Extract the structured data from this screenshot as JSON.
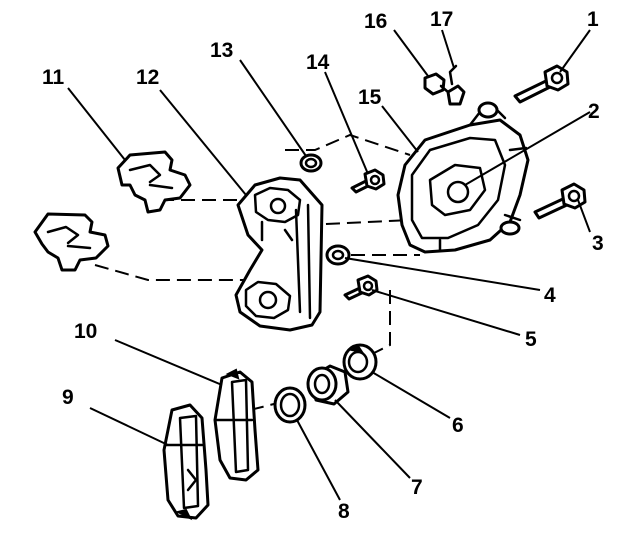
{
  "callouts": [
    {
      "id": "1",
      "text": "1"
    },
    {
      "id": "2",
      "text": "2"
    },
    {
      "id": "3",
      "text": "3"
    },
    {
      "id": "4",
      "text": "4"
    },
    {
      "id": "5",
      "text": "5"
    },
    {
      "id": "6",
      "text": "6"
    },
    {
      "id": "7",
      "text": "7"
    },
    {
      "id": "8",
      "text": "8"
    },
    {
      "id": "9",
      "text": "9"
    },
    {
      "id": "10",
      "text": "10"
    },
    {
      "id": "11",
      "text": "11"
    },
    {
      "id": "12",
      "text": "12"
    },
    {
      "id": "13",
      "text": "13"
    },
    {
      "id": "14",
      "text": "14"
    },
    {
      "id": "15",
      "text": "15"
    },
    {
      "id": "16",
      "text": "16"
    },
    {
      "id": "17",
      "text": "17"
    }
  ],
  "colors": {
    "ink": "#000000",
    "paper": "#ffffff"
  }
}
